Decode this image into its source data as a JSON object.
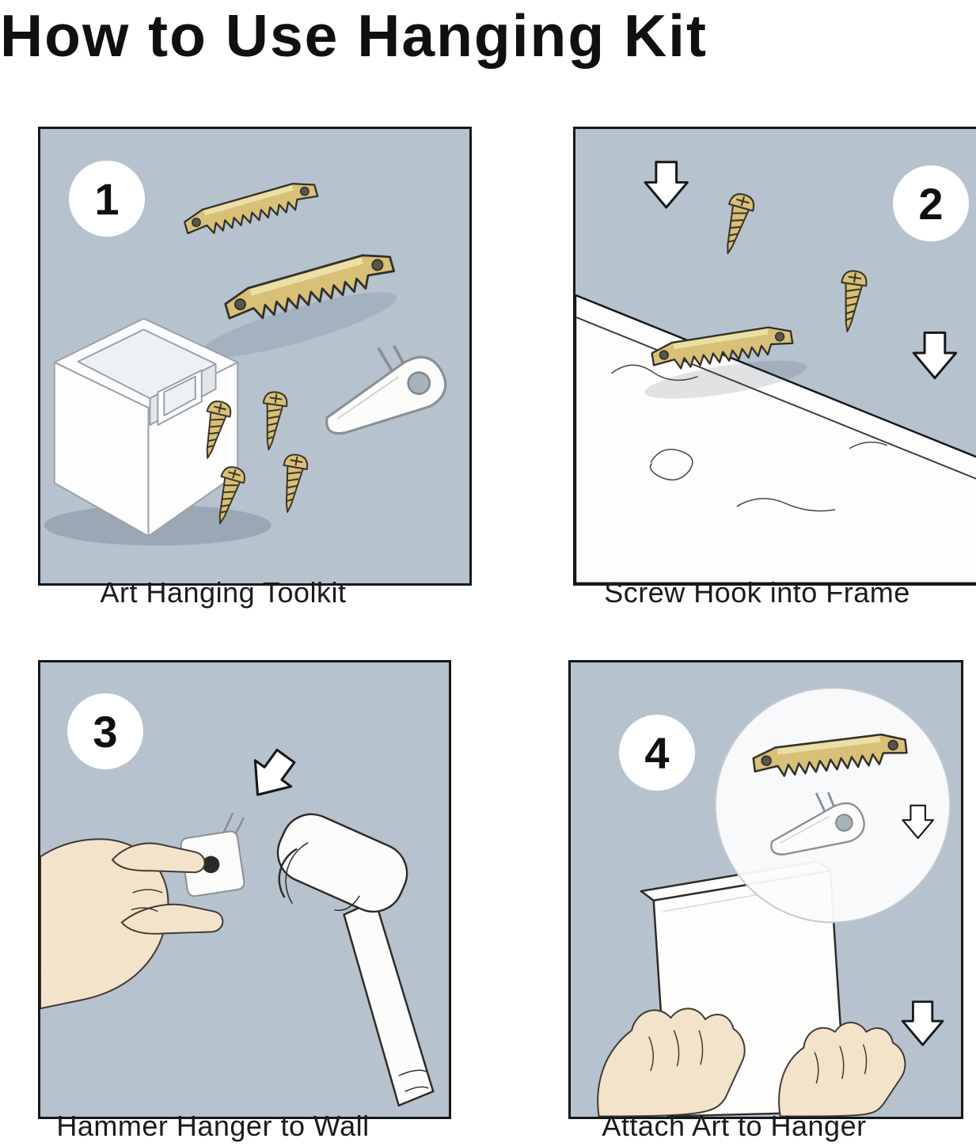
{
  "title": "How to Use Hanging  Kit",
  "steps": [
    {
      "number": "1",
      "caption": "Art Hanging Toolkit",
      "icons": [
        "sawtooth-hanger",
        "sawtooth-hanger",
        "screw",
        "screw",
        "screw",
        "screw",
        "storage-box",
        "plastic-hook"
      ]
    },
    {
      "number": "2",
      "caption": "Screw Hook into Frame",
      "icons": [
        "frame-board",
        "sawtooth-hanger",
        "screw",
        "screw",
        "arrow-down",
        "arrow-down"
      ]
    },
    {
      "number": "3",
      "caption": "Hammer Hanger to Wall",
      "icons": [
        "hand",
        "wall-hanger",
        "hammer",
        "arrow-down"
      ]
    },
    {
      "number": "4",
      "caption": "Attach Art to Hanger",
      "icons": [
        "magnifier-circle",
        "sawtooth-hanger",
        "plastic-hook",
        "arrow-down",
        "canvas",
        "hand",
        "hand",
        "arrow-down"
      ]
    }
  ],
  "colors": {
    "panel_background": "#b6c2ce",
    "brass": "#d8c078",
    "outline": "#15181b",
    "paper": "#ffffff",
    "skin": "#f4e3cb"
  }
}
